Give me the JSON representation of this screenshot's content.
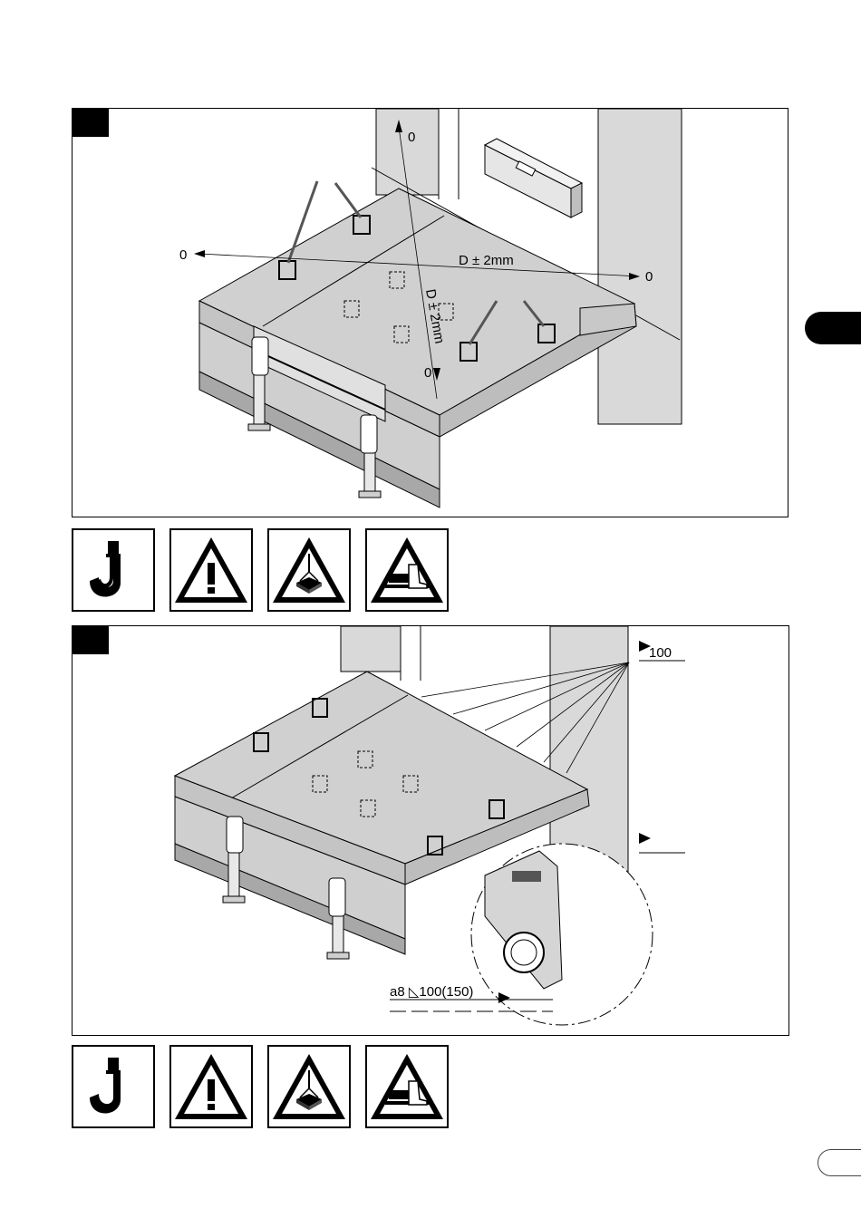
{
  "figure1": {
    "labels": {
      "zero_top": "0",
      "zero_left": "0",
      "zero_right": "0",
      "zero_bottom": "0",
      "diag_horizontal": "D ± 2mm",
      "diag_vertical": "D ± 2mm"
    }
  },
  "figure2": {
    "labels": {
      "weld_top": "100",
      "weld_bottom": "a8 ◺100(150)"
    }
  },
  "icons": {
    "row1": [
      "crane-hook-icon",
      "warning-icon",
      "suspended-load-warning-icon",
      "crush-hazard-warning-icon"
    ],
    "row2": [
      "crane-hook-icon",
      "warning-icon",
      "suspended-load-warning-icon",
      "crush-hazard-warning-icon"
    ]
  }
}
